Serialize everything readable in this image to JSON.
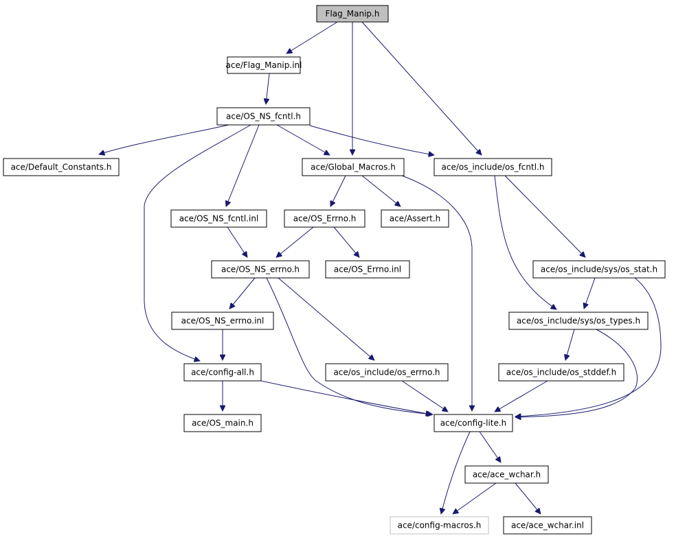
{
  "diagram": {
    "edge_color": "#191970",
    "nodes": [
      {
        "id": "flag_manip_h",
        "label": "Flag_Manip.h",
        "style": "root"
      },
      {
        "id": "flag_manip_inl",
        "label": "ace/Flag_Manip.inl"
      },
      {
        "id": "os_ns_fcntl_h",
        "label": "ace/OS_NS_fcntl.h"
      },
      {
        "id": "default_constants_h",
        "label": "ace/Default_Constants.h"
      },
      {
        "id": "global_macros_h",
        "label": "ace/Global_Macros.h"
      },
      {
        "id": "os_fcntl_h",
        "label": "ace/os_include/os_fcntl.h"
      },
      {
        "id": "os_ns_fcntl_inl",
        "label": "ace/OS_NS_fcntl.inl"
      },
      {
        "id": "os_errno_h",
        "label": "ace/OS_Errno.h"
      },
      {
        "id": "assert_h",
        "label": "ace/Assert.h"
      },
      {
        "id": "os_ns_errno_h",
        "label": "ace/OS_NS_errno.h"
      },
      {
        "id": "os_errno_inl",
        "label": "ace/OS_Errno.inl"
      },
      {
        "id": "sys_os_stat_h",
        "label": "ace/os_include/sys/os_stat.h"
      },
      {
        "id": "os_ns_errno_inl",
        "label": "ace/OS_NS_errno.inl"
      },
      {
        "id": "sys_os_types_h",
        "label": "ace/os_include/sys/os_types.h"
      },
      {
        "id": "config_all_h",
        "label": "ace/config-all.h"
      },
      {
        "id": "os_include_os_errno_h",
        "label": "ace/os_include/os_errno.h"
      },
      {
        "id": "os_stddef_h",
        "label": "ace/os_include/os_stddef.h"
      },
      {
        "id": "os_main_h",
        "label": "ace/OS_main.h"
      },
      {
        "id": "config_lite_h",
        "label": "ace/config-lite.h"
      },
      {
        "id": "ace_wchar_h",
        "label": "ace/ace_wchar.h"
      },
      {
        "id": "config_macros_h",
        "label": "ace/config-macros.h",
        "style": "external"
      },
      {
        "id": "ace_wchar_inl",
        "label": "ace/ace_wchar.inl"
      }
    ],
    "edges": [
      {
        "from": "flag_manip_h",
        "to": "flag_manip_inl"
      },
      {
        "from": "flag_manip_h",
        "to": "global_macros_h"
      },
      {
        "from": "flag_manip_h",
        "to": "os_fcntl_h"
      },
      {
        "from": "flag_manip_inl",
        "to": "os_ns_fcntl_h"
      },
      {
        "from": "os_ns_fcntl_h",
        "to": "default_constants_h"
      },
      {
        "from": "os_ns_fcntl_h",
        "to": "global_macros_h"
      },
      {
        "from": "os_ns_fcntl_h",
        "to": "os_fcntl_h"
      },
      {
        "from": "os_ns_fcntl_h",
        "to": "os_ns_fcntl_inl"
      },
      {
        "from": "os_ns_fcntl_h",
        "to": "config_all_h"
      },
      {
        "from": "global_macros_h",
        "to": "os_errno_h"
      },
      {
        "from": "global_macros_h",
        "to": "assert_h"
      },
      {
        "from": "global_macros_h",
        "to": "config_lite_h"
      },
      {
        "from": "os_fcntl_h",
        "to": "sys_os_stat_h"
      },
      {
        "from": "os_fcntl_h",
        "to": "sys_os_types_h"
      },
      {
        "from": "os_ns_fcntl_inl",
        "to": "os_ns_errno_h"
      },
      {
        "from": "os_errno_h",
        "to": "os_ns_errno_h"
      },
      {
        "from": "os_errno_h",
        "to": "os_errno_inl"
      },
      {
        "from": "os_ns_errno_h",
        "to": "os_ns_errno_inl"
      },
      {
        "from": "os_ns_errno_h",
        "to": "os_include_os_errno_h"
      },
      {
        "from": "os_ns_errno_h",
        "to": "config_lite_h"
      },
      {
        "from": "sys_os_stat_h",
        "to": "sys_os_types_h"
      },
      {
        "from": "sys_os_stat_h",
        "to": "config_lite_h"
      },
      {
        "from": "sys_os_types_h",
        "to": "os_stddef_h"
      },
      {
        "from": "sys_os_types_h",
        "to": "config_lite_h"
      },
      {
        "from": "os_ns_errno_inl",
        "to": "config_all_h"
      },
      {
        "from": "config_all_h",
        "to": "os_main_h"
      },
      {
        "from": "config_all_h",
        "to": "config_lite_h"
      },
      {
        "from": "os_include_os_errno_h",
        "to": "config_lite_h"
      },
      {
        "from": "os_stddef_h",
        "to": "config_lite_h"
      },
      {
        "from": "config_lite_h",
        "to": "ace_wchar_h"
      },
      {
        "from": "config_lite_h",
        "to": "config_macros_h"
      },
      {
        "from": "ace_wchar_h",
        "to": "config_macros_h"
      },
      {
        "from": "ace_wchar_h",
        "to": "ace_wchar_inl"
      }
    ]
  }
}
